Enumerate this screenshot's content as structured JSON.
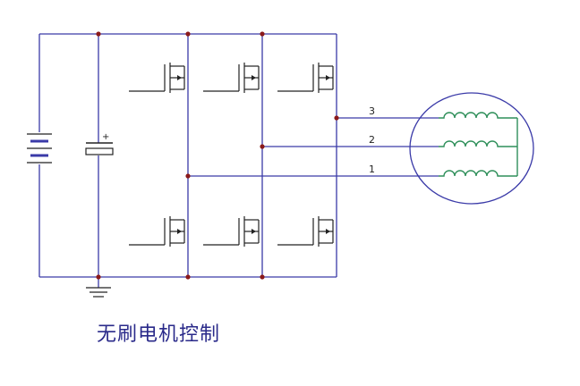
{
  "caption": "无刷电机控制",
  "phase_labels": [
    "3",
    "2",
    "1"
  ],
  "capacitor_polarity": "+",
  "colors": {
    "wire": "#3a3aa8",
    "node": "#8b1a1a",
    "coil": "#2f8f5a",
    "caption": "#2a2a8a"
  }
}
